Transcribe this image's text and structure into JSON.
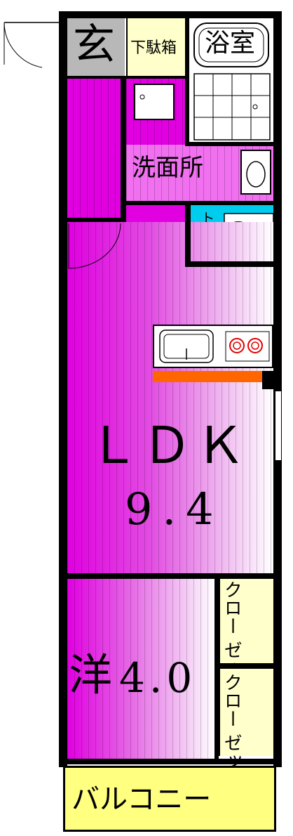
{
  "rooms": {
    "genkan": "玄",
    "shoe_box": "下駄箱",
    "bathroom": "浴室",
    "washroom": "洗面所",
    "toilet": "トイレ",
    "ldk_name": "ＬＤＫ",
    "ldk_size": "9.4",
    "western_name": "洋",
    "western_size": "4.0",
    "closet_1": "クロー ゼット",
    "closet_2": "クロー ゼット",
    "balcony": "バルコニー"
  },
  "colors": {
    "wall": "#000000",
    "room_magenta": "#e000e0",
    "genkan_gray": "#b8b8b8",
    "pale_yellow": "#ffffcc",
    "balcony_yellow": "#ffff80",
    "toilet_cyan": "#00ccee",
    "counter_orange": "#ff6600"
  }
}
